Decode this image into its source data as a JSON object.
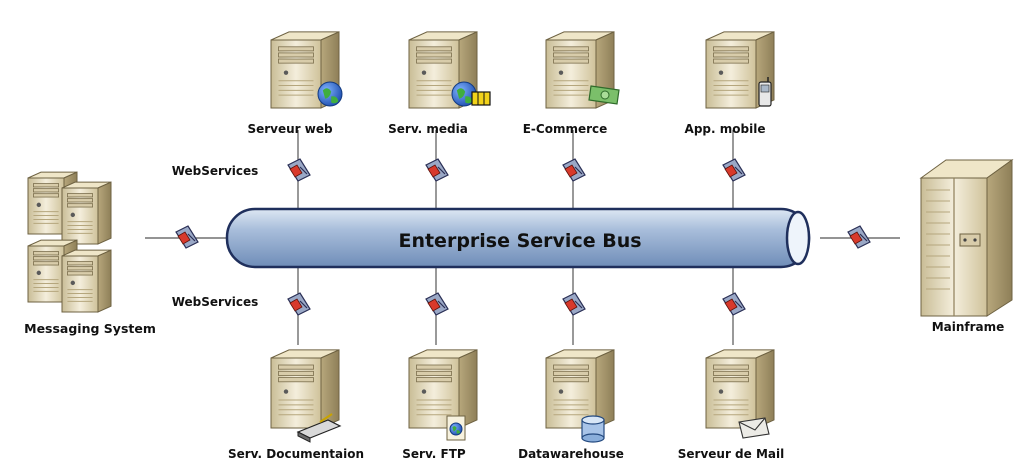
{
  "bus": {
    "label": "Enterprise Service Bus"
  },
  "top_servers": [
    {
      "label": "Serveur web",
      "badge": "globe-icon"
    },
    {
      "label": "Serv. media",
      "badge": "globe-film-icon"
    },
    {
      "label": "E-Commerce",
      "badge": "banknote-icon"
    },
    {
      "label": "App. mobile",
      "badge": "mobile-phone-icon"
    }
  ],
  "bottom_servers": [
    {
      "label": "Serv. Documentaion",
      "badge": "scanner-icon"
    },
    {
      "label": "Serv. FTP",
      "badge": "globe-document-icon"
    },
    {
      "label": "Datawarehouse",
      "badge": "database-icon"
    },
    {
      "label": "Serveur de Mail",
      "badge": "envelope-icon"
    }
  ],
  "left_system": {
    "label": "Messaging System"
  },
  "right_system": {
    "label": "Mainframe"
  },
  "webservices_top": "WebServices",
  "webservices_bottom": "WebServices",
  "connector_icon": "adapter-connector-icon"
}
